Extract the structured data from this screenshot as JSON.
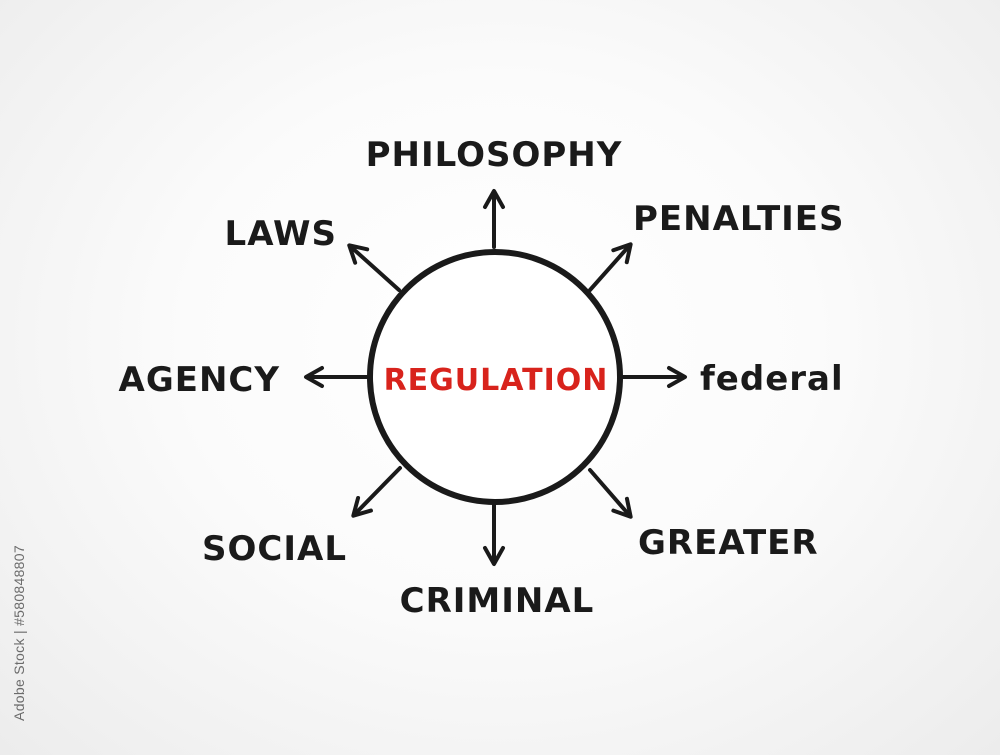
{
  "diagram": {
    "center": {
      "label": "REGULATION"
    },
    "branches": [
      {
        "id": "philosophy",
        "label": "PHILOSOPHY"
      },
      {
        "id": "penalties",
        "label": "PENALTIES"
      },
      {
        "id": "federal",
        "label": "federal"
      },
      {
        "id": "greater",
        "label": "GREATER"
      },
      {
        "id": "criminal",
        "label": "CRIMINAL"
      },
      {
        "id": "social",
        "label": "SOCIAL"
      },
      {
        "id": "agency",
        "label": "AGENCY"
      },
      {
        "id": "laws",
        "label": "LAWS"
      }
    ]
  },
  "watermark": {
    "text": "Adobe Stock | #580848807"
  },
  "colors": {
    "center_text": "#d8231c",
    "ink": "#1a1a1a",
    "background": "#f4f4f4"
  }
}
